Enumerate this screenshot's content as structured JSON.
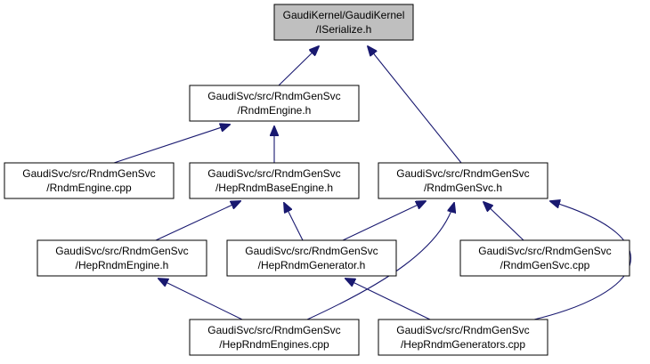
{
  "colors": {
    "background": "#ffffff",
    "root_fill": "#bfbfbf",
    "node_fill": "#ffffff",
    "node_border": "#000000",
    "edge": "#191970"
  },
  "nodes": [
    {
      "id": "iserialize",
      "line1": "GaudiKernel/GaudiKernel",
      "line2": "/ISerialize.h",
      "root": true
    },
    {
      "id": "rndm-engine-h",
      "line1": "GaudiSvc/src/RndmGenSvc",
      "line2": "/RndmEngine.h"
    },
    {
      "id": "rndm-engine-cpp",
      "line1": "GaudiSvc/src/RndmGenSvc",
      "line2": "/RndmEngine.cpp"
    },
    {
      "id": "hep-rndm-base-engine-h",
      "line1": "GaudiSvc/src/RndmGenSvc",
      "line2": "/HepRndmBaseEngine.h"
    },
    {
      "id": "rndm-gen-svc-h",
      "line1": "GaudiSvc/src/RndmGenSvc",
      "line2": "/RndmGenSvc.h"
    },
    {
      "id": "hep-rndm-engine-h",
      "line1": "GaudiSvc/src/RndmGenSvc",
      "line2": "/HepRndmEngine.h"
    },
    {
      "id": "hep-rndm-generator-h",
      "line1": "GaudiSvc/src/RndmGenSvc",
      "line2": "/HepRndmGenerator.h"
    },
    {
      "id": "rndm-gen-svc-cpp",
      "line1": "GaudiSvc/src/RndmGenSvc",
      "line2": "/RndmGenSvc.cpp"
    },
    {
      "id": "hep-rndm-engines-cpp",
      "line1": "GaudiSvc/src/RndmGenSvc",
      "line2": "/HepRndmEngines.cpp"
    },
    {
      "id": "hep-rndm-generators-cpp",
      "line1": "GaudiSvc/src/RndmGenSvc",
      "line2": "/HepRndmGenerators.cpp"
    }
  ],
  "edges": [
    {
      "from": "rndm-engine-h",
      "to": "iserialize"
    },
    {
      "from": "rndm-gen-svc-h",
      "to": "iserialize"
    },
    {
      "from": "rndm-engine-cpp",
      "to": "rndm-engine-h"
    },
    {
      "from": "hep-rndm-base-engine-h",
      "to": "rndm-engine-h"
    },
    {
      "from": "hep-rndm-engine-h",
      "to": "hep-rndm-base-engine-h"
    },
    {
      "from": "hep-rndm-generator-h",
      "to": "hep-rndm-base-engine-h"
    },
    {
      "from": "hep-rndm-generator-h",
      "to": "rndm-gen-svc-h"
    },
    {
      "from": "hep-rndm-engines-cpp",
      "to": "rndm-gen-svc-h"
    },
    {
      "from": "rndm-gen-svc-cpp",
      "to": "rndm-gen-svc-h"
    },
    {
      "from": "hep-rndm-generators-cpp",
      "to": "rndm-gen-svc-h"
    },
    {
      "from": "hep-rndm-engines-cpp",
      "to": "hep-rndm-engine-h"
    },
    {
      "from": "hep-rndm-generators-cpp",
      "to": "hep-rndm-generator-h"
    }
  ]
}
